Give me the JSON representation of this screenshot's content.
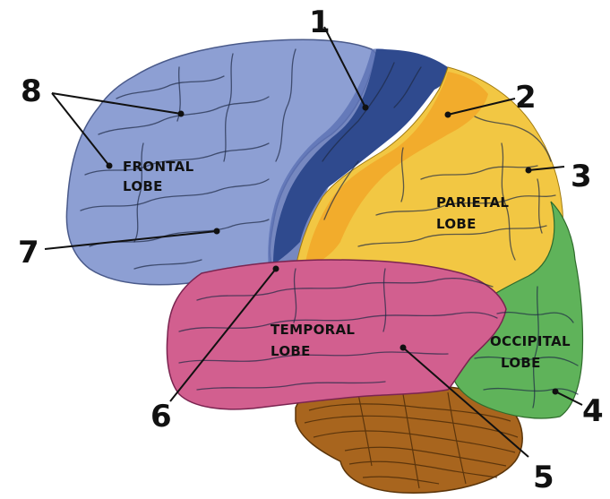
{
  "lobes": {
    "frontal": [
      "FRONTAL",
      "LOBE"
    ],
    "parietal": [
      "PARIETAL",
      "LOBE"
    ],
    "temporal": [
      "TEMPORAL",
      "LOBE"
    ],
    "occipital": [
      "OCCIPITAL",
      "LOBE"
    ]
  },
  "numbers": [
    "1",
    "2",
    "3",
    "4",
    "5",
    "6",
    "7",
    "8"
  ],
  "colors": {
    "frontal": "#8d9fd3",
    "frontal_dark": "#3e5496",
    "motor": "#2f4a8e",
    "parietal": "#f2c743",
    "parietal_orange": "#f2a82a",
    "temporal": "#d25f8f",
    "occipital": "#5fb35a",
    "cerebellum": "#a8651e"
  }
}
